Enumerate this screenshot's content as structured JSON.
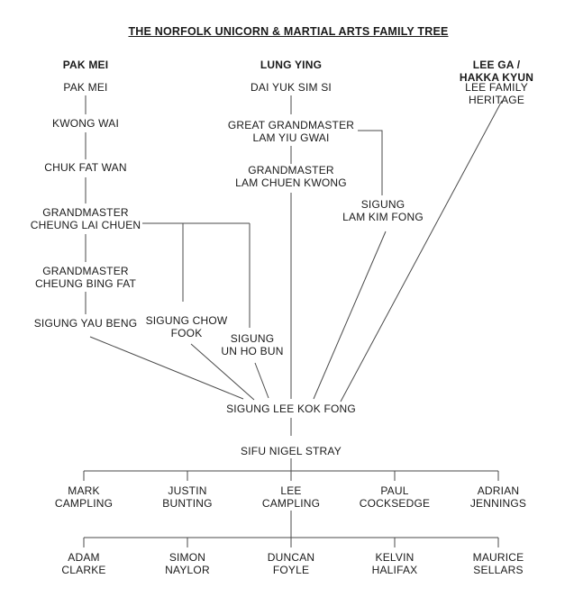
{
  "title": "THE NORFOLK UNICORN & MARTIAL ARTS FAMILY TREE",
  "headers": [
    "PAK MEI",
    "LUNG YING",
    "LEE GA / HAKKA KYUN"
  ],
  "pak_mei": [
    "PAK MEI",
    "KWONG WAI",
    "CHUK FAT WAN",
    "GRANDMASTER\nCHEUNG LAI CHUEN",
    "GRANDMASTER\nCHEUNG BING FAT",
    "SIGUNG YAU BENG"
  ],
  "pak_mei_branch": [
    "SIGUNG CHOW\nFOOK",
    "SIGUNG\nUN HO BUN"
  ],
  "lung_ying": [
    "DAI YUK SIM SI",
    "GREAT GRANDMASTER\nLAM YIU GWAI",
    "GRANDMASTER\nLAM CHUEN KWONG"
  ],
  "lung_ying_branch": [
    "SIGUNG\nLAM KIM FONG"
  ],
  "lee_ga": [
    "LEE FAMILY HERITAGE"
  ],
  "lineage": [
    "SIGUNG LEE KOK FONG",
    "SIFU NIGEL STRAY"
  ],
  "students": {
    "row1": [
      "MARK\nCAMPLING",
      "JUSTIN\nBUNTING",
      "LEE\nCAMPLING",
      "PAUL\nCOCKSEDGE",
      "ADRIAN\nJENNINGS"
    ],
    "row2": [
      "ADAM\nCLARKE",
      "SIMON\nNAYLOR",
      "DUNCAN\nFOYLE",
      "KELVIN\nHALIFAX",
      "MAURICE\nSELLARS"
    ]
  },
  "colors": {
    "background": "#ffffff",
    "text": "#1a1a1a",
    "line": "#4a4a4a"
  }
}
